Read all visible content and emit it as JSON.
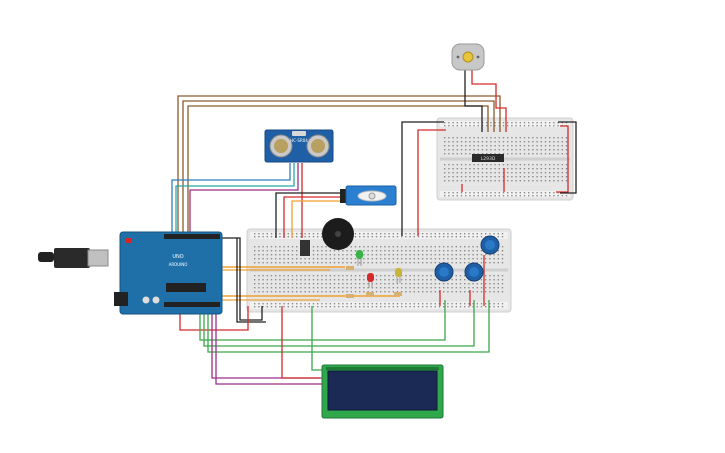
{
  "canvas": {
    "background": "#ffffff"
  },
  "components": {
    "arduino": {
      "name": "Arduino Uno",
      "logo_text": "UNO",
      "brand_text": "ARDUINO",
      "color": "#1f6fa8"
    },
    "ultrasonic": {
      "name": "Ultrasonic sensor",
      "label": "HC-SR04",
      "color": "#1f5fa6"
    },
    "servo": {
      "name": "Micro servo",
      "color": "#2a7fd1"
    },
    "motor": {
      "name": "DC motor"
    },
    "buzzer": {
      "name": "Piezo buzzer"
    },
    "lcd": {
      "name": "LCD 16x2",
      "color": "#2ea84a",
      "screen_color": "#1a2a55"
    },
    "small_breadboard": {
      "name": "Breadboard small"
    },
    "main_breadboard": {
      "name": "Breadboard"
    },
    "driver_ic": {
      "name": "Motor driver",
      "label": "L293D"
    },
    "leds": [
      "green",
      "red",
      "yellow"
    ],
    "potentiometers": 3
  },
  "wire_colors": {
    "red": "#d42a2a",
    "black": "#222222",
    "brown": "#8b5a2b",
    "orange": "#f0a030",
    "green": "#3aa84a",
    "purple": "#9a2f8a",
    "blue": "#2f7fc1",
    "teal": "#2aa7a7"
  }
}
